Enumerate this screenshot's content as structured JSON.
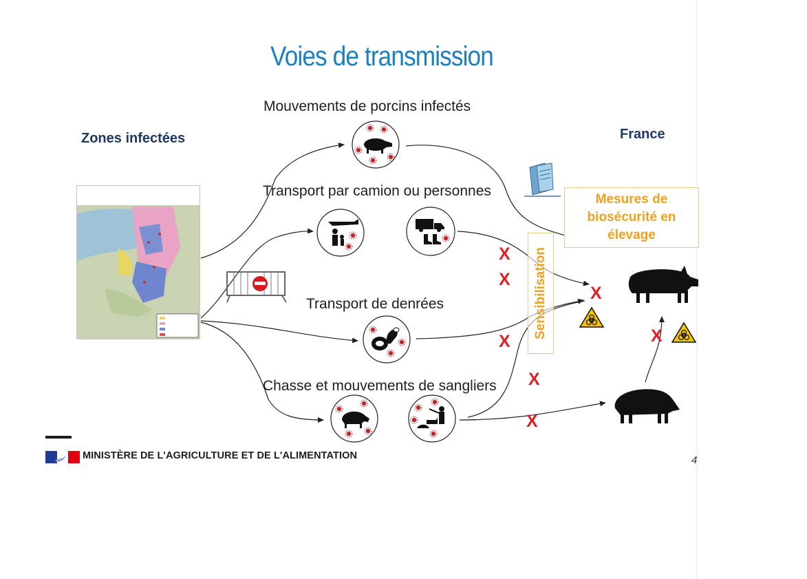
{
  "title": "Voies de transmission",
  "labels": {
    "zones_infectees": "Zones infectées",
    "france": "France",
    "route_pigs": "Mouvements de porcins infectés",
    "route_transport": "Transport par camion ou personnes",
    "route_food": "Transport de denrées",
    "route_hunting": "Chasse et mouvements de sangliers",
    "biosecurity": [
      "Mesures de",
      "biosécurité en",
      "élevage"
    ],
    "sensibilisation": "Sensibilisation"
  },
  "block_mark": "X",
  "footer": {
    "ministry": "MINISTÈRE DE L'AGRICULTURE ET DE L'ALIMENTATION",
    "page_number": "4"
  },
  "colors": {
    "title": "#1b7fc1",
    "zone_labels": "#1f3864",
    "biosecurity": "#f0a020",
    "block_mark": "#e31f26",
    "hazard": "#f5c400",
    "virus": "#c0272d"
  },
  "icons": {
    "map": "infected-zones-map",
    "barrier": "barrier-no-entry",
    "leaflet": "leaflet-document",
    "pig": "pig",
    "plane": "airplane",
    "person": "person",
    "truck": "truck",
    "boots": "boots",
    "ham": "ham-sausage",
    "wild_boar": "wild-boar",
    "hunter": "hunter-with-dog",
    "hazard": "biohazard",
    "virus": "virus-particles"
  }
}
